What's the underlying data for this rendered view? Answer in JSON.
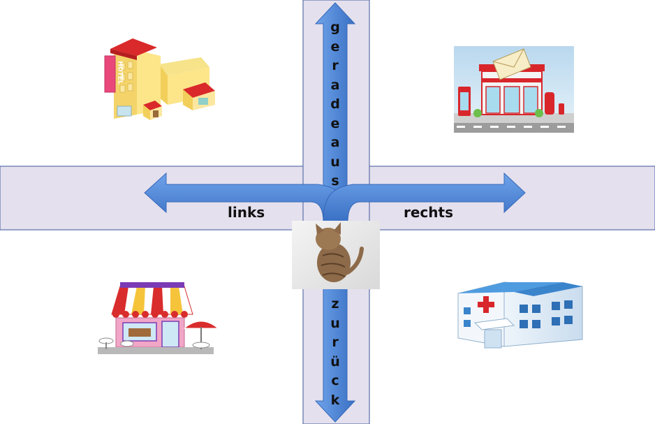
{
  "directions": {
    "straight": [
      "g",
      "e",
      "r",
      "a",
      "d",
      "e",
      "a",
      "u",
      "s"
    ],
    "back": [
      "z",
      "u",
      "r",
      "ü",
      "c",
      "k"
    ],
    "left": "links",
    "right": "rechts"
  },
  "hotel": {
    "sign": "HOTEL"
  },
  "colors": {
    "road": "#e4e0ee",
    "road_border": "#5a6fa8",
    "arrow": "#4a86d8",
    "arrow_dark": "#3568b8"
  }
}
